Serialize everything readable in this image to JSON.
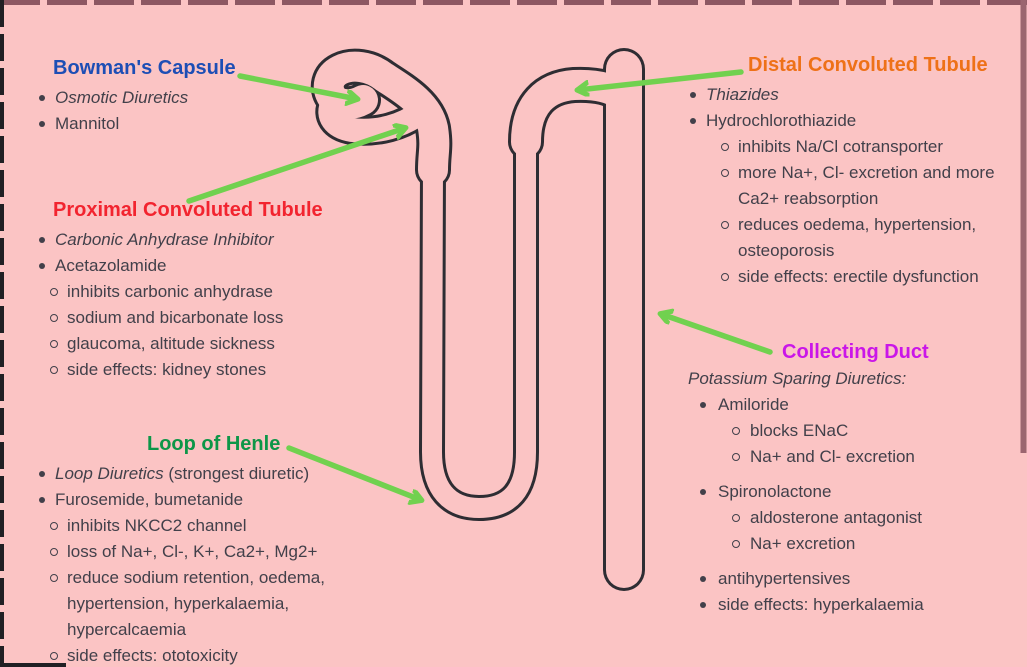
{
  "canvas": {
    "background": "#fbc4c4"
  },
  "colors": {
    "nephron_outline": "#2e2d33",
    "tube_fill": "#fbc4c4",
    "arrow_green": "#71d14f",
    "body_text": "#42404a",
    "border_top": "#8d5863",
    "border_right": "#9b6570",
    "border_left": "#202024",
    "border_bottom": "#202024"
  },
  "sections": {
    "bowmans": {
      "title": "Bowman's Capsule",
      "title_color": "#1d4eb5",
      "items": [
        {
          "text": "Osmotic Diuretics"
        },
        {
          "text": "Mannitol"
        }
      ]
    },
    "proximal": {
      "title": "Proximal Convoluted Tubule",
      "title_color": "#f2242f",
      "items": [
        {
          "text": "Carbonic Anhydrase Inhibitor"
        },
        {
          "text": "Acetazolamide"
        }
      ],
      "subitems": [
        {
          "text": "inhibits carbonic anhydrase"
        },
        {
          "text": "sodium and bicarbonate loss"
        },
        {
          "text": "glaucoma, altitude sickness"
        },
        {
          "text": "side effects: kidney stones"
        }
      ]
    },
    "loop": {
      "title": "Loop of Henle",
      "title_color": "#0d9648",
      "item1": {
        "italic": "Loop Diuretics",
        "regular": " (strongest diuretic)"
      },
      "item2": "Furosemide, bumetanide",
      "subitems": [
        {
          "text": "inhibits NKCC2 channel"
        },
        {
          "text": "loss of Na+, Cl-, K+, Ca2+, Mg2+"
        },
        {
          "text": "reduce sodium retention, oedema,"
        },
        {
          "text": "hypertension, hyperkalaemia,",
          "cont": true
        },
        {
          "text": "hypercalcaemia",
          "cont": true
        },
        {
          "text": "side effects: ototoxicity"
        }
      ]
    },
    "distal": {
      "title": "Distal Convoluted Tubule",
      "title_color": "#ee7118",
      "items": [
        {
          "text": "Thiazides"
        },
        {
          "text": "Hydrochlorothiazide"
        }
      ],
      "subitems": [
        {
          "text": "inhibits Na/Cl cotransporter"
        },
        {
          "text": "more Na+, Cl- excretion and more"
        },
        {
          "text": "Ca2+ reabsorption",
          "cont": true
        },
        {
          "text": "reduces oedema, hypertension,"
        },
        {
          "text": "osteoporosis",
          "cont": true
        },
        {
          "text": "side effects: erectile dysfunction"
        }
      ]
    },
    "collecting": {
      "title": "Collecting Duct",
      "title_color": "#ca16e8",
      "intro": "Potassium Sparing Diuretics:",
      "drug1": "Amiloride",
      "drug1_points": [
        {
          "text": "blocks ENaC"
        },
        {
          "text": "Na+ and Cl- excretion"
        }
      ],
      "drug2": "Spironolactone",
      "drug2_points": [
        {
          "text": "aldosterone antagonist"
        },
        {
          "text": "Na+ excretion"
        }
      ],
      "notes": [
        {
          "text": "antihypertensives"
        },
        {
          "text": "side effects: hyperkalaemia"
        }
      ]
    }
  }
}
